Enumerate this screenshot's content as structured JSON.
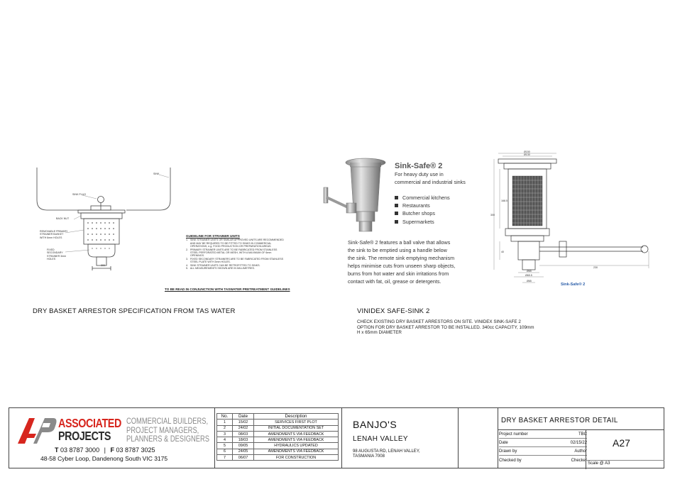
{
  "left_drawing": {
    "labels": {
      "sink": "SINK",
      "sink_plug": "SINK PLUG",
      "back_nut": "BACK NUT",
      "primary_strainer": "REMOVABLE PRIMARY STRAINER BASKET WITH 6mm HOLES",
      "secondary_strainer": "FIXED SECONDARY STRAINER 3mm HOLES",
      "dimension": "300"
    },
    "guideline_title": "GUIDELINE FOR STRAINER UNITS",
    "guidelines": [
      "1.   SINK STRAINER UNITS OR SIMILAR APPROVED UNITS ARE RECOMMENDED",
      "      AND MAY BE REQUIRED TO BE FITTED TO SINKS IN COMMERCIAL",
      "      OPERATIONS, e.g. FOOD PRODUCTION OR PREPARATION AREAS.",
      "2.   PRIMARY STRAINER UNITS ARE TO BE FABRICATED FROM STAINLESS",
      "      STEEL PERFORATED METAL OR MESH, WITH A MAXIMUM OF 6mm",
      "      OPENINGS.",
      "3.   FIXED SECONDARY STRAINERS ARE TO BE FABRICATED FROM STAINLESS",
      "      STEEL PLATE WITH 3mm HOLES.",
      "4.   SINK STRAINER UNITS CAN BE RETROFITTED TO SINKS.",
      "5.   ALL MEASUREMENTS SHOWN ARE IN MILLIMETRES."
    ],
    "footer_note": "TO BE READ IN CONJUNCTION WITH TASWATER PRETREATMENT GUIDELINES",
    "caption": "DRY BASKET ARRESTOR SPECIFICATION FROM TAS WATER"
  },
  "sink_safe": {
    "title": "Sink-Safe® 2",
    "subtitle": [
      "For heavy duty use in",
      "commercial and industrial sinks"
    ],
    "uses": [
      "Commercial kitchens",
      "Restaurants",
      "Butcher shops",
      "Supermarkets"
    ],
    "description": [
      "Sink-Safe® 2 features a ball valve that allows",
      "the sink to be emptied using a handle below",
      "the sink. The remote sink emptying mechanism",
      "helps minimise cuts from unseen sharp objects,",
      "burns from hot water and skin irritations from",
      "contact with fat, oil, grease or detergents."
    ],
    "drawing_label": "Sink-Safe® 2",
    "dims": [
      "Ø150",
      "Ø130",
      "300",
      "168.5",
      "40",
      "Ø65",
      "Ø65.5",
      "Ø65",
      "230"
    ],
    "caption": "VINIDEX SAFE-SINK 2",
    "note": [
      "CHECK EXISTING DRY BASKET ARRESTORS ON SITE. VINIDEX SINK-SAFE 2",
      "OPTION FOR DRY BASKET ARRESTOR TO BE INSTALLED. 340cc CAPACITY, 109mm",
      "H x 65mm DIAMETER"
    ]
  },
  "title_block": {
    "company": {
      "logo_mark": "AP",
      "name_line1": "ASSOCIATED",
      "name_line2": "PROJECTS",
      "tagline": [
        "COMMERCIAL BUILDERS,",
        "PROJECT MANAGERS,",
        "PLANNERS & DESIGNERS"
      ],
      "phone_label": "T",
      "phone": "03 8787 3000",
      "fax_label": "F",
      "fax": "03 8787 3025",
      "address": "48-58 Cyber Loop, Dandenong South VIC 3175",
      "colors": {
        "red": "#d7261e",
        "grey": "#8a8a8a",
        "dark": "#2b2b2b"
      }
    },
    "revisions_header": [
      "No.",
      "Date",
      "Description"
    ],
    "revisions": [
      [
        "1",
        "15/02",
        "SERVICES FIRST PLOT"
      ],
      [
        "2",
        "24/02",
        "INITIAL DOCUMENTATION SET"
      ],
      [
        "3",
        "08/03",
        "AMENDMENTS VIA FEEDBACK"
      ],
      [
        "4",
        "18/03",
        "AMENDMENTS VIA FEEDBACK"
      ],
      [
        "5",
        "09/05",
        "HYDRAULICS UPDATED"
      ],
      [
        "6",
        "24/05",
        "AMENDMENTS VIA FEEDBACK"
      ],
      [
        "7",
        "06/07",
        "FOR CONSTRUCTION"
      ]
    ],
    "project": {
      "name": "BANJO'S",
      "location": "LENAH VALLEY",
      "address_line1": "98 AUGUSTA RD, LENAH VALLEY,",
      "address_line2": "TASMANIA 7008"
    },
    "sheet": {
      "title": "DRY BASKET ARRESTOR DETAIL",
      "project_number_label": "Project number",
      "project_number": "TBC",
      "date_label": "Date",
      "date": "02/15/22",
      "drawn_by_label": "Drawn by",
      "drawn_by": "Author",
      "checked_by_label": "Checked by",
      "checked_by": "Checker",
      "scale": "Scale @ A3",
      "sheet_number": "A27"
    }
  }
}
